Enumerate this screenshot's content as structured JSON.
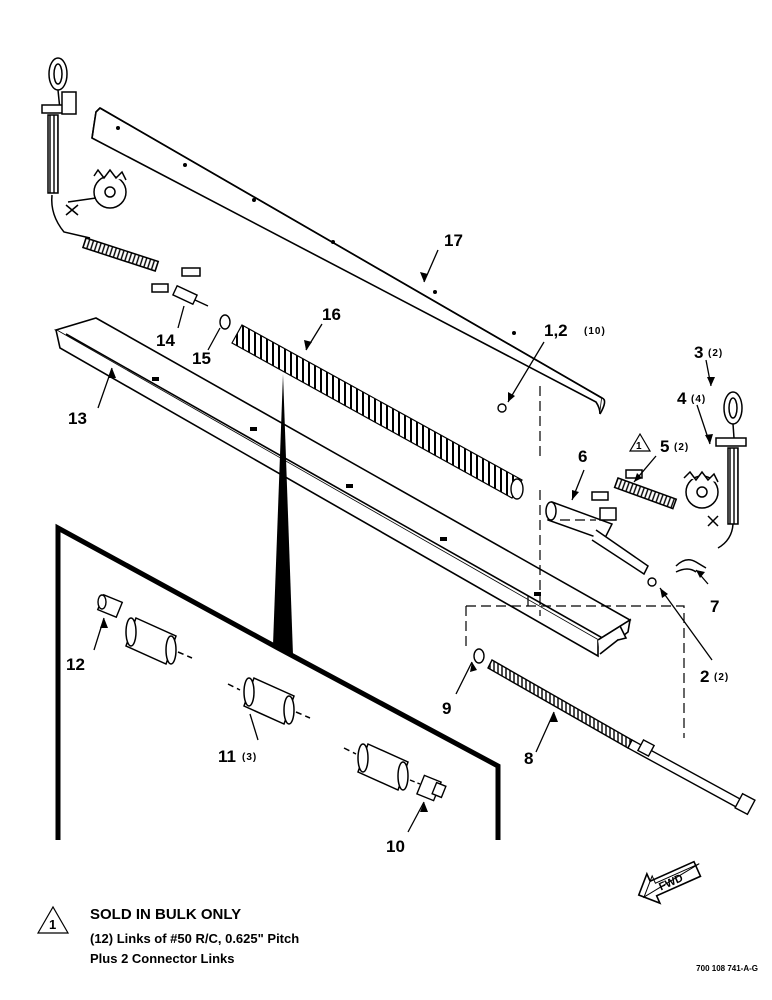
{
  "callouts": {
    "p1_2": {
      "num": "1,2",
      "qty": "(10)"
    },
    "p2": {
      "num": "2",
      "qty": "(2)"
    },
    "p3": {
      "num": "3",
      "qty": "(2)"
    },
    "p4": {
      "num": "4",
      "qty": "(4)"
    },
    "p5": {
      "num": "5",
      "qty": "(2)",
      "flag": "1"
    },
    "p6": {
      "num": "6"
    },
    "p7": {
      "num": "7"
    },
    "p8": {
      "num": "8"
    },
    "p9": {
      "num": "9"
    },
    "p10": {
      "num": "10"
    },
    "p11": {
      "num": "11",
      "qty": "(3)"
    },
    "p12": {
      "num": "12"
    },
    "p13": {
      "num": "13"
    },
    "p14": {
      "num": "14"
    },
    "p15": {
      "num": "15"
    },
    "p16": {
      "num": "16"
    },
    "p17": {
      "num": "17"
    }
  },
  "fwd_label": "FWD",
  "note": {
    "flag": "1",
    "title": "SOLD IN BULK ONLY",
    "line1": "(12) Links of #50 R/C, 0.625\" Pitch",
    "line2": "Plus 2 Connector Links"
  },
  "doc_id": "700 108 741-A-G"
}
